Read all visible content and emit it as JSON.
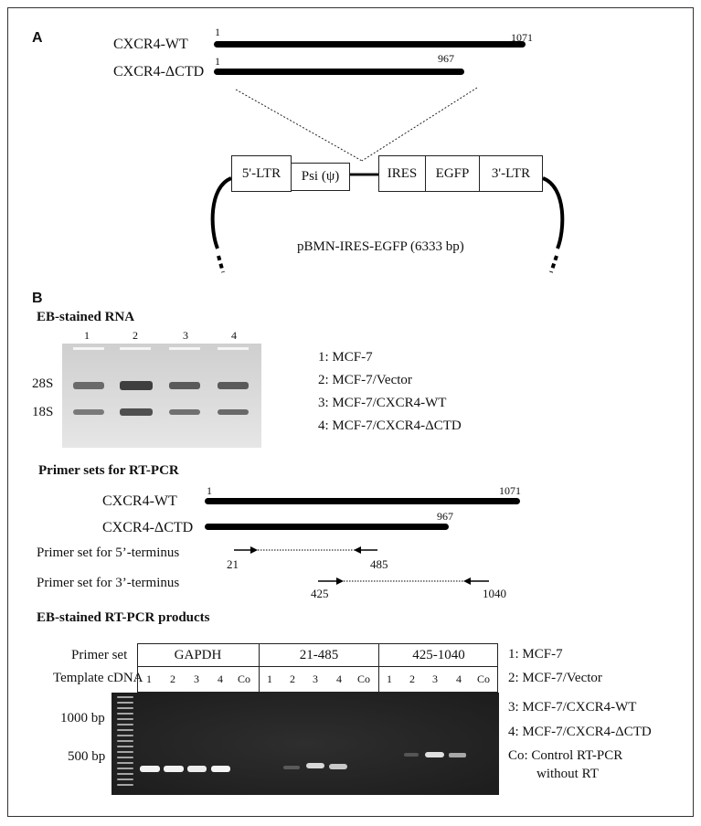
{
  "panel_a": {
    "letter": "A",
    "wt_label": "CXCR4-WT",
    "wt_start": "1",
    "wt_end": "1071",
    "ctd_label": "CXCR4-ΔCTD",
    "ctd_start": "1",
    "ctd_end": "967",
    "vector_boxes": [
      "5'-LTR",
      "Psi (ψ)",
      "IRES",
      "EGFP",
      "3'-LTR"
    ],
    "plasmid_label": "pBMN-IRES-EGFP (6333 bp)"
  },
  "panel_b": {
    "letter": "B",
    "rna_title": "EB-stained RNA",
    "rna_lanes": [
      "1",
      "2",
      "3",
      "4"
    ],
    "rna_bands": [
      "28S",
      "18S"
    ],
    "sample_legend": [
      "1: MCF-7",
      "2: MCF-7/Vector",
      "3: MCF-7/CXCR4-WT",
      "4: MCF-7/CXCR4-ΔCTD"
    ],
    "primer_title": "Primer sets for RT-PCR",
    "primer_wt_label": "CXCR4-WT",
    "primer_wt_start": "1",
    "primer_wt_end": "1071",
    "primer_ctd_label": "CXCR4-ΔCTD",
    "primer_ctd_end": "967",
    "primer5_label": "Primer set for 5’-terminus",
    "primer5_start": "21",
    "primer5_end": "485",
    "primer3_label": "Primer set for 3’-terminus",
    "primer3_start": "425",
    "primer3_end": "1040",
    "pcr_title": "EB-stained RT-PCR products",
    "table_row1_label": "Primer set",
    "table_row2_label": "Template cDNA",
    "primer_groups": [
      "GAPDH",
      "21-485",
      "425-1040"
    ],
    "lane_labels": [
      "1",
      "2",
      "3",
      "4",
      "Co"
    ],
    "size_markers": [
      "1000 bp",
      "500 bp"
    ],
    "pcr_legend": [
      "1: MCF-7",
      "2: MCF-7/Vector",
      "3: MCF-7/CXCR4-WT",
      "4: MCF-7/CXCR4-ΔCTD",
      "Co: Control RT-PCR",
      "without RT"
    ]
  }
}
